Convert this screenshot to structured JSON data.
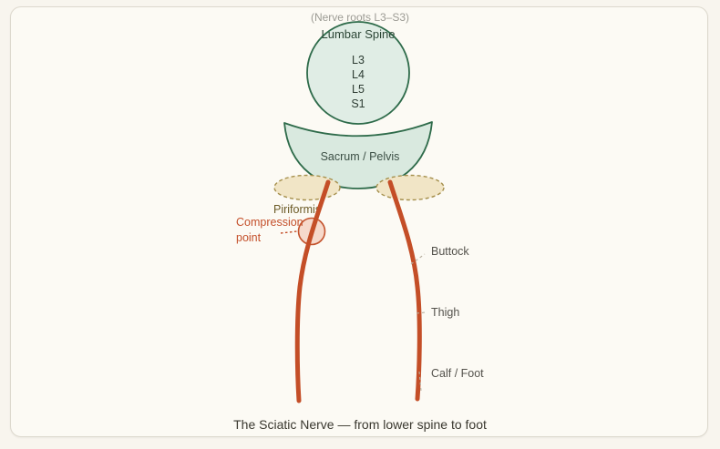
{
  "diagram": {
    "caption": "The Sciatic Nerve — from lower spine to foot",
    "top_note": "(Nerve roots L3–S3)",
    "lumbar": {
      "label": "Lumbar Spine",
      "roots": [
        "L3",
        "L4",
        "L5",
        "S1"
      ]
    },
    "sacrum_label": "Sacrum / Pelvis",
    "piriformis_label": "Piriformis",
    "compression_label": {
      "line1": "Compression",
      "line2": "point"
    },
    "path_labels": {
      "buttock": "Buttock",
      "thigh": "Thigh",
      "calf_foot": "Calf / Foot"
    },
    "colors": {
      "background": "#fcfaf4",
      "card_border": "#dcd8cd",
      "bone_fill": "#dcebe2",
      "bone_stroke": "#2e6b4a",
      "sacrum_fill": "#d9e9df",
      "muscle_fill": "#f1e5c6",
      "muscle_stroke": "#a58f4c",
      "nerve": "#c44e27",
      "compression_fill": "#f6d9cb",
      "compression_stroke": "#c4532d",
      "note_gray": "#9c9b94",
      "label_gray": "#54524c"
    }
  }
}
